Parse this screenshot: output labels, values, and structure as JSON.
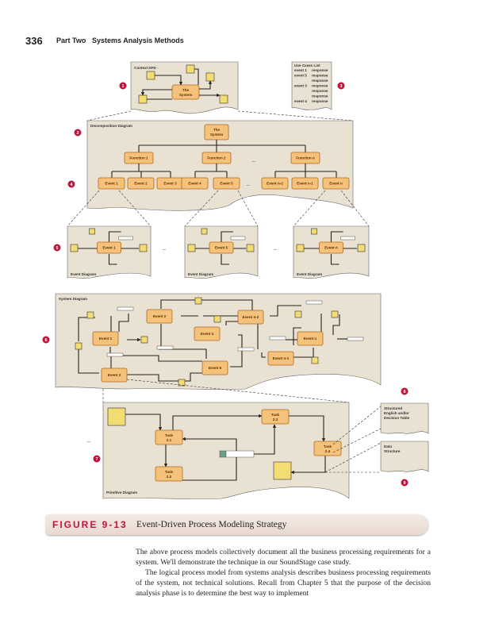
{
  "header": {
    "page_number": "336",
    "part": "Part Two",
    "section": "Systems Analysis Methods"
  },
  "colors": {
    "accent": "#c0143c",
    "node": "#f5c27c",
    "store": "#f3dc72",
    "panel": "#e9e1d2"
  },
  "figure": {
    "callouts": [
      "1",
      "2",
      "3",
      "4",
      "5",
      "6",
      "7",
      "8",
      "9"
    ],
    "context": {
      "title": "Context DFD",
      "system_line1": "The",
      "system_line2": "System"
    },
    "use_case_list": {
      "title": "Use Cases List",
      "rows": [
        {
          "event": "event 1",
          "response": "response"
        },
        {
          "event": "event 5",
          "response": "response"
        },
        {
          "event": "",
          "response": "response"
        },
        {
          "event": "event 3",
          "response": "response"
        },
        {
          "event": "",
          "response": "response"
        },
        {
          "event": "",
          "response": "response"
        },
        {
          "event": "event 4",
          "response": "response"
        }
      ]
    },
    "decomposition": {
      "title": "Decomposition Diagram",
      "root_line1": "The",
      "root_line2": "System",
      "functions": [
        "Function 1",
        "Function 2",
        "Function n"
      ],
      "events": [
        "Event 1",
        "Event 2",
        "Event 3",
        "Event 4",
        "Event 5",
        "Event n-2",
        "Event n-1",
        "Event n"
      ],
      "ellipsis": "..."
    },
    "event_diagrams": {
      "events": [
        "Event 1",
        "Event 5",
        "Event n"
      ],
      "caption": "Event Diagram",
      "ellipsis": "..."
    },
    "system_diagram": {
      "title": "System Diagram",
      "events": [
        "Event 1",
        "Event 2",
        "Event 3",
        "Event 4",
        "Event 5",
        "Event n-2",
        "Event n-1",
        "Event n"
      ]
    },
    "primitive": {
      "title": "Primitive Diagram",
      "tasks": [
        {
          "line1": "Task",
          "line2": "2.1"
        },
        {
          "line1": "Task",
          "line2": "2.2"
        },
        {
          "line1": "Task",
          "line2": "2.3"
        },
        {
          "line1": "Task",
          "line2": "2.4"
        }
      ],
      "ellipsis": "..."
    },
    "side_docs": {
      "spec_line1": "Structured",
      "spec_line2": "English and/or",
      "spec_line3": "Decision Table",
      "data_line1": "Data",
      "data_line2": "Structure"
    },
    "caption_label": "FIGURE 9-13",
    "caption_title": "Event-Driven Process Modeling Strategy"
  },
  "body": {
    "paragraphs": [
      "The above process models collectively document all the business processing requirements for a system. We'll demonstrate the technique in our SoundStage case study.",
      "The logical process model from systems analysis describes business processing requirements of the system, not technical solutions. Recall from Chapter 5 that the purpose of the decision analysis phase is to determine the best way to implement"
    ]
  }
}
